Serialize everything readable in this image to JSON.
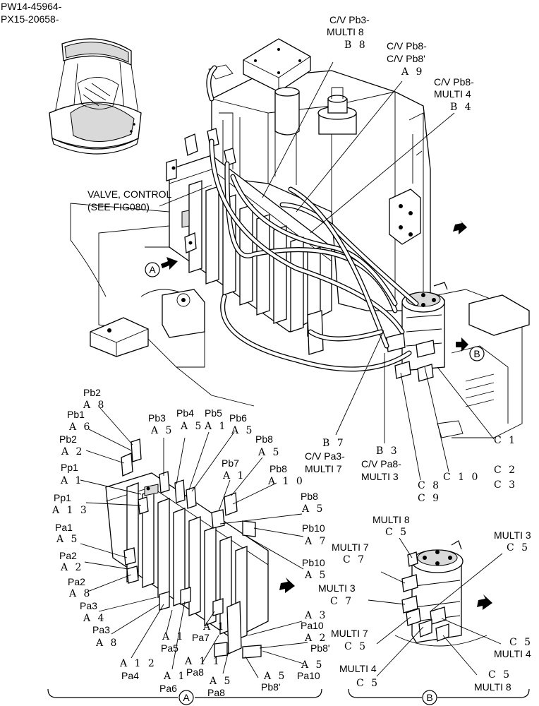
{
  "header": {
    "line1": "PW14-45964-",
    "line2": "PX15-20658-"
  },
  "valve_note": {
    "line1": "VALVE, CONTROL",
    "line2": "(SEE FIG080)"
  },
  "views": {
    "a": "A",
    "b": "B"
  },
  "top_labels": [
    {
      "id": "cv-pb3-multi8",
      "line1": "C/V Pb3-",
      "line2": "MULTI 8",
      "code": "B 8"
    },
    {
      "id": "cv-pb8-cv-pb8p",
      "line1": "C/V Pb8-",
      "line2": "C/V Pb8'",
      "code": "A 9"
    },
    {
      "id": "cv-pb8-multi4",
      "line1": "C/V Pb8-",
      "line2": "MULTI 4",
      "code": "B 4"
    },
    {
      "id": "cv-pa3-multi7",
      "code": "B 7",
      "line1": "C/V Pa3-",
      "line2": "MULTI 7"
    },
    {
      "id": "cv-pa8-multi3",
      "code": "B 3",
      "line1": "C/V Pa8-",
      "line2": "MULTI 3"
    }
  ],
  "c_codes": {
    "c8": "C 8",
    "c9": "C 9",
    "c10": "C 1 0",
    "c1": "C 1",
    "c2": "C 2",
    "c3": "C 3"
  },
  "view_a_labels": [
    {
      "id": "pb2-a8",
      "port": "Pb2",
      "code": "A 8"
    },
    {
      "id": "pb1-a6",
      "port": "Pb1",
      "code": "A 6"
    },
    {
      "id": "pb2-a2",
      "port": "Pb2",
      "code": "A 2"
    },
    {
      "id": "pp1-a1",
      "port": "Pp1",
      "code": "A 1"
    },
    {
      "id": "pp1-a13",
      "port": "Pp1",
      "code": "A 1 3"
    },
    {
      "id": "pa1-a5",
      "port": "Pa1",
      "code": "A 5"
    },
    {
      "id": "pa2-a2",
      "port": "Pa2",
      "code": "A 2"
    },
    {
      "id": "pa2-a8",
      "port": "Pa2",
      "code": "A 8"
    },
    {
      "id": "pa3-a4",
      "port": "Pa3",
      "code": "A 4"
    },
    {
      "id": "pa3-a8",
      "port": "Pa3",
      "code": "A 8"
    },
    {
      "id": "pb3-a5",
      "port": "Pb3",
      "code": "A 5"
    },
    {
      "id": "pb4-a5",
      "port": "Pb4",
      "code": "A 5"
    },
    {
      "id": "pb5-a1",
      "port": "Pb5",
      "code": "A 1"
    },
    {
      "id": "pb6-a5",
      "port": "Pb6",
      "code": "A 5"
    },
    {
      "id": "pb8-a5-top",
      "port": "Pb8",
      "code": "A 5"
    },
    {
      "id": "pb7-a1",
      "port": "Pb7",
      "code": "A 1"
    },
    {
      "id": "pb8-a10",
      "port": "Pb8",
      "code": "A 1 0"
    },
    {
      "id": "pb8-a5",
      "port": "Pb8",
      "code": "A 5"
    },
    {
      "id": "pb10-a7",
      "port": "Pb10",
      "code": "A 7"
    },
    {
      "id": "pb10-a5",
      "port": "Pb10",
      "code": "A 5"
    },
    {
      "id": "pa10-a3",
      "code": "A 3",
      "port": "Pa10"
    },
    {
      "id": "pb8p-a2",
      "code": "A 2",
      "port": "Pb8'"
    },
    {
      "id": "pa10-a5",
      "code": "A 5",
      "port": "Pa10"
    },
    {
      "id": "pb8p-a5",
      "code": "A 5",
      "port": "Pb8'"
    },
    {
      "id": "pa4-a12",
      "code": "A 1 2",
      "port": "Pa4"
    },
    {
      "id": "pa5-a1",
      "code": "A 1",
      "port": "Pa5"
    },
    {
      "id": "pa7-a1",
      "code": "A 1",
      "port": "Pa7"
    },
    {
      "id": "pa6-a1",
      "code": "A 1",
      "port": "Pa6"
    },
    {
      "id": "pa8-a11",
      "code": "A 1 1",
      "port": "Pa8"
    },
    {
      "id": "pa8-a5",
      "code": "A 5",
      "port": "Pa8"
    }
  ],
  "view_b_labels": [
    {
      "id": "multi8-c5-top",
      "port": "MULTI 8",
      "code": "C 5"
    },
    {
      "id": "multi3-c5-right",
      "port": "MULTI 3",
      "code": "C 5"
    },
    {
      "id": "multi7-c7",
      "port": "MULTI 7",
      "code": "C 7"
    },
    {
      "id": "multi3-c7",
      "port": "MULTI 3",
      "code": "C 7"
    },
    {
      "id": "multi7-c5",
      "port": "MULTI 7",
      "code": "C 5"
    },
    {
      "id": "multi4-c5-left",
      "port": "MULTI 4",
      "code": "C 5"
    },
    {
      "id": "multi4-c5-right",
      "code": "C 5",
      "port": "MULTI 4"
    },
    {
      "id": "multi8-c5-bottom",
      "code": "C 5",
      "port": "MULTI 8"
    }
  ]
}
